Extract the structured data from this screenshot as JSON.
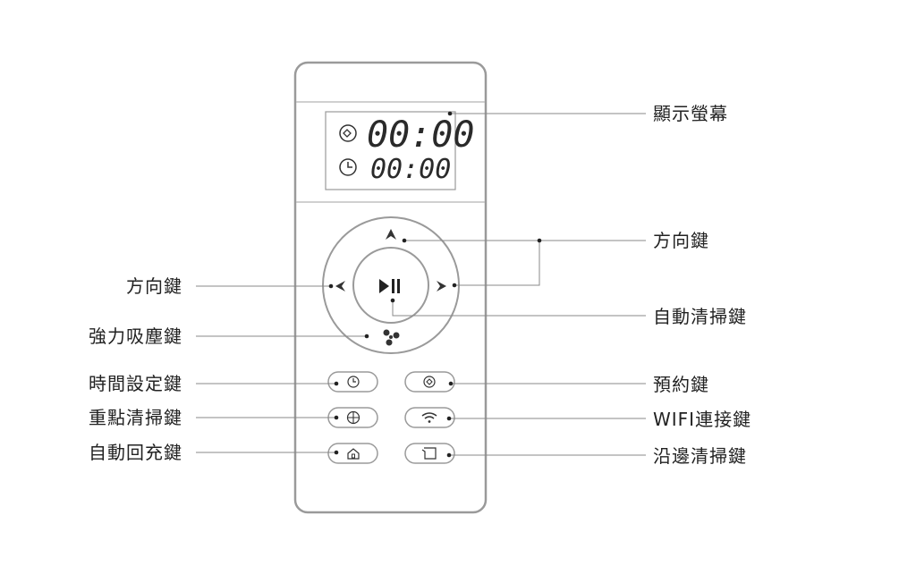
{
  "display": {
    "line1": "00:00",
    "line2": "00:00"
  },
  "labels": {
    "display_screen": "顯示螢幕",
    "direction_right": "方向鍵",
    "direction_left": "方向鍵",
    "auto_clean": "自動清掃鍵",
    "suction_power": "強力吸塵鍵",
    "time_setting": "時間設定鍵",
    "schedule": "預約鍵",
    "spot_clean": "重點清掃鍵",
    "wifi_connect": "WIFI連接鍵",
    "auto_recharge": "自動回充鍵",
    "edge_clean": "沿邊清掃鍵"
  },
  "colors": {
    "stroke": "#9a9a9a",
    "text": "#222222",
    "leader": "#888888"
  },
  "icons": [
    "schedule-icon",
    "clock-icon",
    "arrow-up-icon",
    "arrow-left-icon",
    "arrow-right-icon",
    "play-pause-icon",
    "fan-icon",
    "crosshair-icon",
    "wifi-icon",
    "home-icon",
    "edge-icon"
  ]
}
